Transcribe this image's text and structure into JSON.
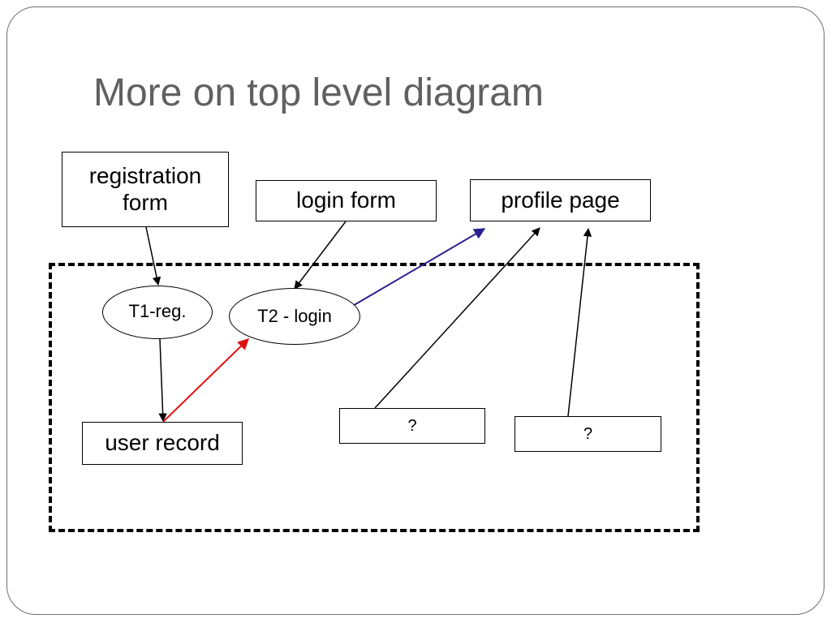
{
  "slide": {
    "title": "More on top level diagram"
  },
  "nodes": {
    "registration_form": "registration\nform",
    "login_form": "login form",
    "profile_page": "profile page",
    "t1_reg": "T1-reg.",
    "t2_login": "T2 - login",
    "user_record": "user record",
    "unknown_1": "?",
    "unknown_2": "?"
  },
  "colors": {
    "title_text": "#625f61",
    "arrow_default": "#000000",
    "arrow_red": "#e01010",
    "arrow_blue": "#2a1f8f",
    "boundary": "#000000"
  }
}
